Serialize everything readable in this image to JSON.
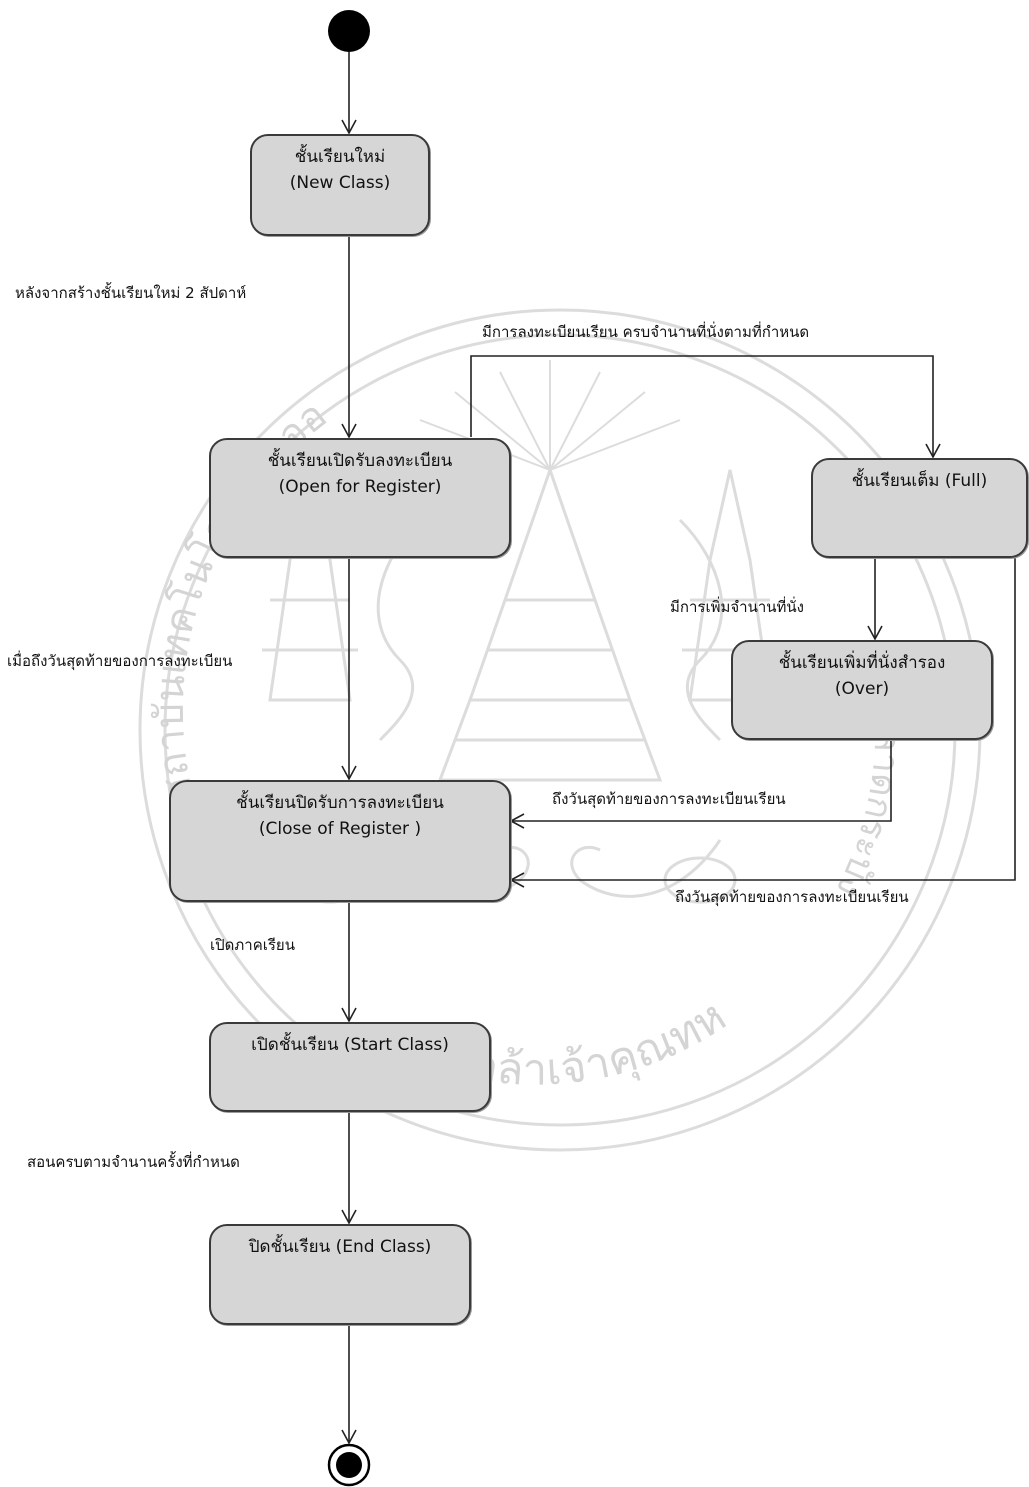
{
  "diagram": {
    "start_node": "initial-state",
    "end_node": "final-state",
    "states": [
      {
        "id": "new",
        "line1": "ชั้นเรียนใหม่",
        "line2": "(New Class)"
      },
      {
        "id": "open",
        "line1": "ชั้นเรียนเปิดรับลงทะเบียน",
        "line2": "(Open for Register)"
      },
      {
        "id": "full",
        "line1": "ชั้นเรียนเต็ม (Full)",
        "line2": ""
      },
      {
        "id": "over",
        "line1": "ชั้นเรียนเพิ่มที่นั่งสำรอง",
        "line2": "(Over)"
      },
      {
        "id": "close",
        "line1": "ชั้นเรียนปิดรับการลงทะเบียน",
        "line2": "(Close of Register )"
      },
      {
        "id": "start",
        "line1": "เปิดชั้นเรียน (Start Class)",
        "line2": ""
      },
      {
        "id": "end",
        "line1": "ปิดชั้นเรียน (End Class)",
        "line2": ""
      }
    ],
    "transitions": [
      {
        "from": "initial",
        "to": "new",
        "label": ""
      },
      {
        "from": "new",
        "to": "open",
        "label": "หลังจากสร้างชั้นเรียนใหม่ 2 สัปดาห์"
      },
      {
        "from": "open",
        "to": "full",
        "label": "มีการลงทะเบียนเรียน ครบจำนานที่นั่งตามที่กำหนด"
      },
      {
        "from": "full",
        "to": "over",
        "label": "มีการเพิ่มจำนานที่นั่ง"
      },
      {
        "from": "open",
        "to": "close",
        "label": "เมื่อถึงวันสุดท้ายของการลงทะเบียน"
      },
      {
        "from": "over",
        "to": "close",
        "label": "ถึงวันสุดท้ายของการลงทะเบียนเรียน"
      },
      {
        "from": "full",
        "to": "close",
        "label": "ถึงวันสุดท้ายของการลงทะเบียนเรียน"
      },
      {
        "from": "close",
        "to": "start",
        "label": "เปิดภาคเรียน"
      },
      {
        "from": "start",
        "to": "end",
        "label": "สอนครบตามจำนานครั้งที่กำหนด"
      },
      {
        "from": "end",
        "to": "final",
        "label": ""
      }
    ],
    "watermark": {
      "text_bottom": "เกล้าเจ้าคุณทห",
      "text_left": "สถาบันเทคโนโลยีพระจอม",
      "text_right": "ทหารลาดกระบัง"
    }
  }
}
